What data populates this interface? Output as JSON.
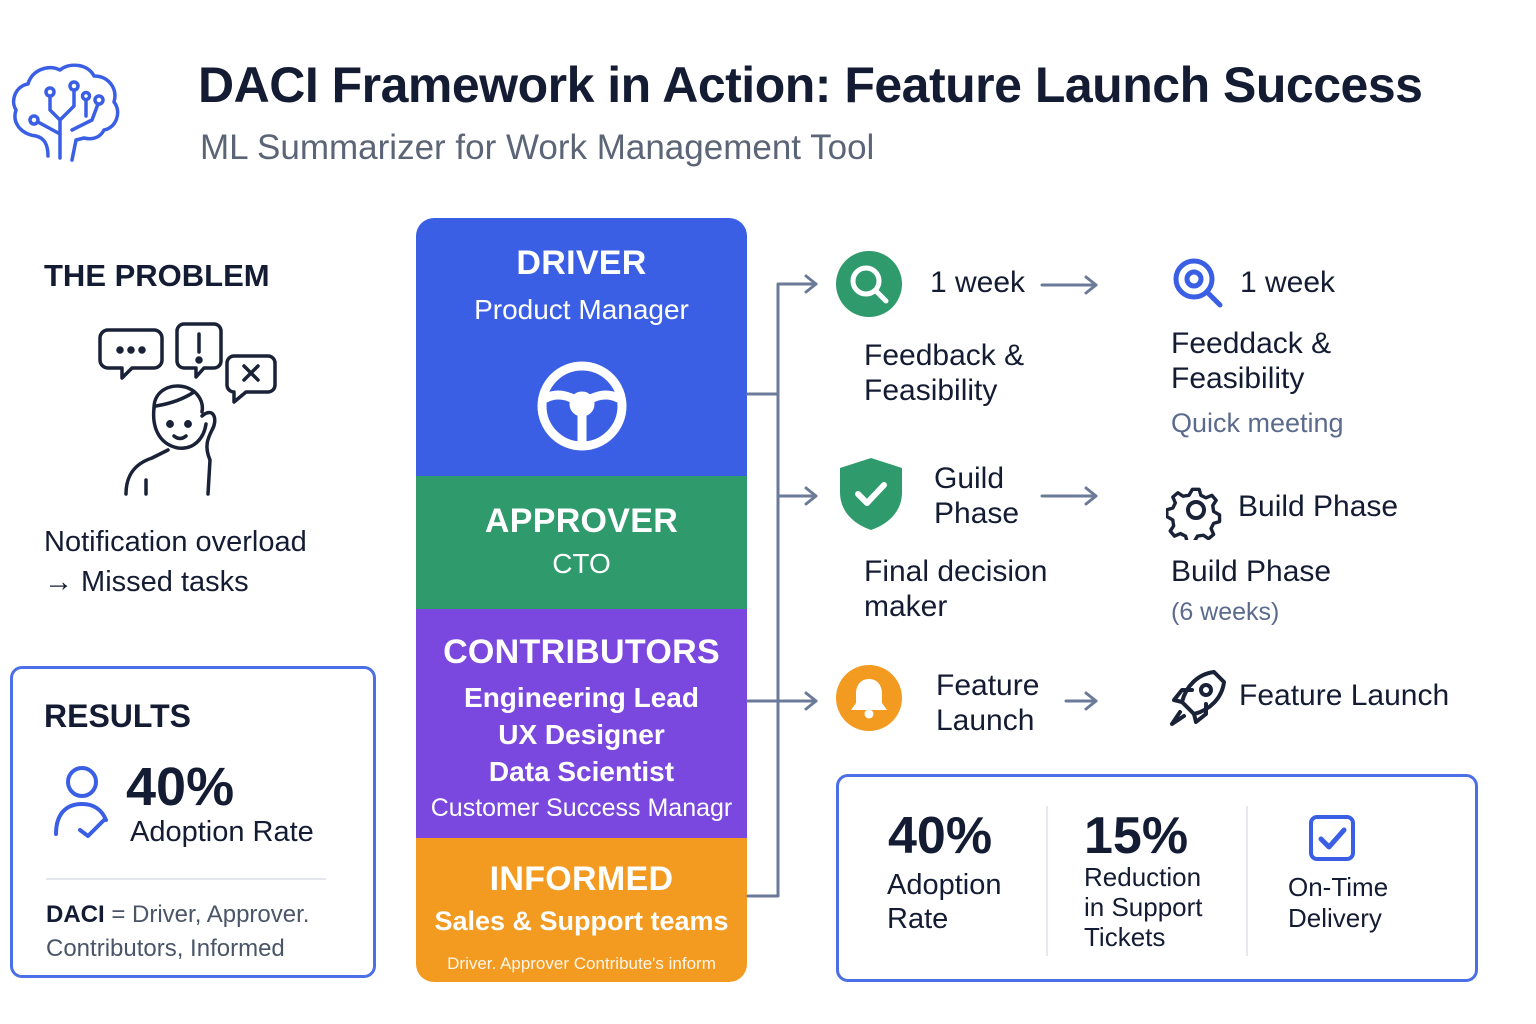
{
  "header": {
    "title": "DACI Framework in Action: Feature Launch Success",
    "subtitle": "ML Summarizer for Work Management Tool"
  },
  "problem": {
    "heading": "THE PROBLEM",
    "line1": "Notification overload",
    "line2": "→ Missed tasks"
  },
  "results": {
    "heading": "RESULTS",
    "value": "40%",
    "label": "Adoption Rate",
    "daci_term": "DACI",
    "daci_def_line1": "= Driver, Approver.",
    "daci_def_line2": "Contributors, Informed"
  },
  "daci": {
    "driver": {
      "title": "DRIVER",
      "sub": "Product Manager",
      "color": "#3a5fe5"
    },
    "approver": {
      "title": "APPROVER",
      "sub": "CTO",
      "color": "#2f9a6c"
    },
    "contributors": {
      "title": "CONTRIBUTORS",
      "members": [
        "Engineering Lead",
        "UX Designer",
        "Data Scientist",
        "Customer Success Managr"
      ],
      "color": "#7a47df"
    },
    "informed": {
      "title": "INFORMED",
      "sub": "Sales & Support teams",
      "note": "Driver. Approver Contribute's inform",
      "color": "#f39a21"
    }
  },
  "flow": {
    "row1": {
      "icon": "search-icon",
      "duration": "1 week",
      "desc_line1": "Feedback &",
      "desc_line2": "Feasibility",
      "next_duration": "1 week",
      "next_line1": "Feeddack &",
      "next_line2": "Feasibility",
      "next_note": "Quick meeting"
    },
    "row2": {
      "icon": "shield-check-icon",
      "label_line1": "Guild",
      "label_line2": "Phase",
      "desc_line1": "Final decision",
      "desc_line2": "maker",
      "next_label": "Build Phase",
      "next_title": "Build Phase",
      "next_note": "(6 weeks)"
    },
    "row3": {
      "icon": "bell-icon",
      "label_line1": "Feature",
      "label_line2": "Launch",
      "next_label": "Feature Launch"
    }
  },
  "stats": [
    {
      "value": "40%",
      "label_line1": "Adoption",
      "label_line2": "Rate"
    },
    {
      "value": "15%",
      "label_line1": "Reduction",
      "label_line2": "in Support",
      "label_line3": "Tickets"
    },
    {
      "icon": "checkbox-icon",
      "label_line1": "On-Time",
      "label_line2": "Delivery"
    }
  ],
  "colors": {
    "accent": "#4c6fe7",
    "blue": "#3a5fe5",
    "green": "#2f9a6c",
    "purple": "#7a47df",
    "orange": "#f39a21"
  }
}
